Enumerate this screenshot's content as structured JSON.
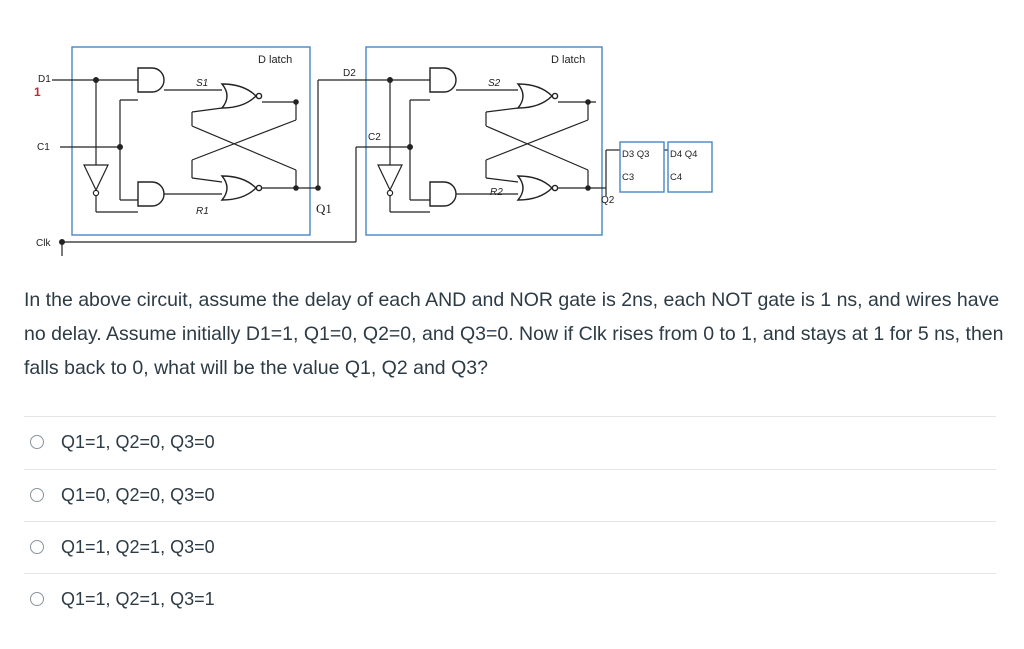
{
  "circuit": {
    "latch1_title": "D latch",
    "latch2_title": "D latch",
    "labels": {
      "d1": "D1",
      "d1_value": "1",
      "c1": "C1",
      "clk": "Clk",
      "s1": "S1",
      "r1": "R1",
      "q1": "Q1",
      "d2": "D2",
      "c2": "C2",
      "s2": "S2",
      "r2": "R2",
      "q2": "Q2",
      "box3_top": "D3 Q3",
      "box3_bottom": "C3",
      "box4_top": "D4 Q4",
      "box4_bottom": "C4"
    }
  },
  "question": {
    "text": "In the above circuit, assume the delay of each AND and NOR gate is 2ns, each NOT gate is 1 ns, and wires have no delay. Assume initially D1=1, Q1=0, Q2=0, and Q3=0. Now if Clk rises from 0 to 1, and stays at 1 for 5 ns, then falls back to 0, what will be the value Q1, Q2 and Q3?"
  },
  "options": [
    {
      "label": "Q1=1, Q2=0, Q3=0"
    },
    {
      "label": "Q1=0, Q2=0, Q3=0"
    },
    {
      "label": "Q1=1, Q2=1, Q3=0"
    },
    {
      "label": "Q1=1, Q2=1, Q3=1"
    }
  ],
  "colors": {
    "d1_value": "#c0282d",
    "box_border": "#4a86c5",
    "circuit_line": "#222222"
  }
}
